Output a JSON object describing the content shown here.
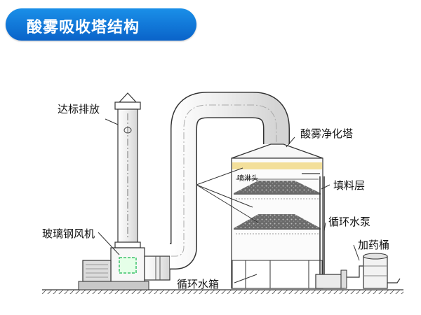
{
  "title": "酸雾吸收塔结构",
  "labels": {
    "exhaust": "达标排放",
    "fan": "玻璃钢风机",
    "tower": "酸雾净化塔",
    "spray": "喷淋头",
    "packing": "填料层",
    "pump": "循环水泵",
    "dosing": "加药桶",
    "tank": "循环水箱"
  },
  "colors": {
    "banner_top": "#1a8fe8",
    "banner_bottom": "#0a63c9",
    "line": "#333333",
    "packing": "#555555",
    "spray_band": "#f3df9a"
  }
}
